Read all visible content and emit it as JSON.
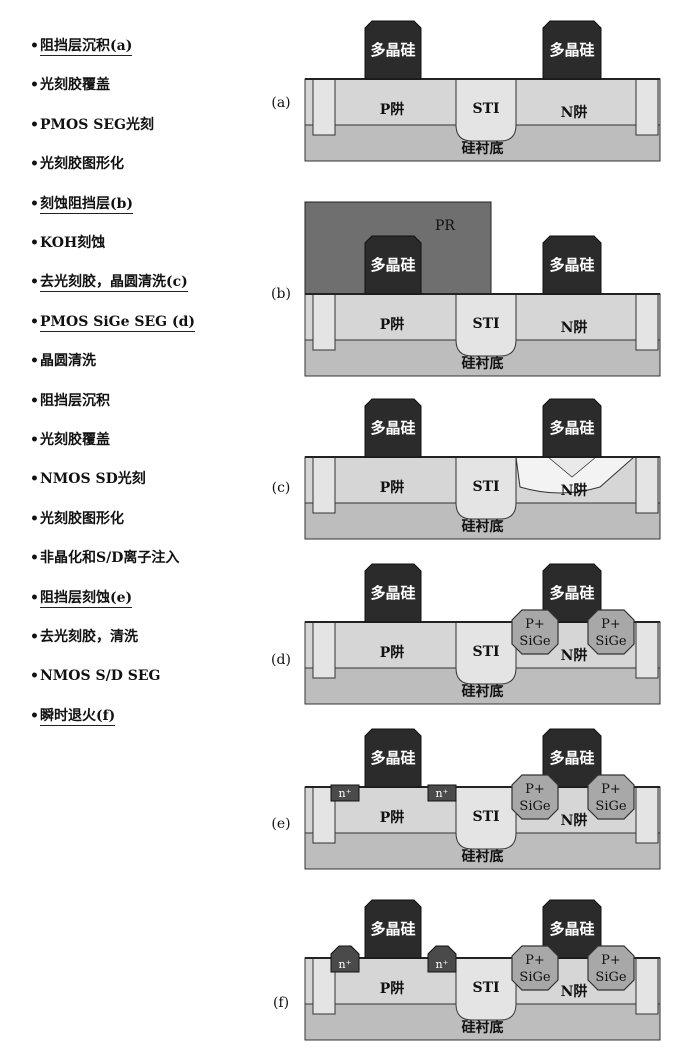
{
  "steps": [
    {
      "text": "阻挡层沉积(a)",
      "underlined": true
    },
    {
      "text": "光刻胶覆盖",
      "underlined": false
    },
    {
      "text": "PMOS SEG光刻",
      "underlined": false
    },
    {
      "text": "光刻胶图形化",
      "underlined": false
    },
    {
      "text": "刻蚀阻挡层(b)",
      "underlined": true
    },
    {
      "text": "KOH刻蚀",
      "underlined": false
    },
    {
      "text": "去光刻胶，晶圆清洗(c)",
      "underlined": true
    },
    {
      "text": "PMOS SiGe SEG (d)",
      "underlined": true
    },
    {
      "text": "晶圆清洗",
      "underlined": false
    },
    {
      "text": "阻挡层沉积",
      "underlined": false
    },
    {
      "text": "光刻胶覆盖",
      "underlined": false
    },
    {
      "text": "NMOS SD光刻",
      "underlined": false
    },
    {
      "text": "光刻胶图形化",
      "underlined": false
    },
    {
      "text": "非晶化和S/D离子注入",
      "underlined": false
    },
    {
      "text": "阻挡层刻蚀(e)",
      "underlined": true
    },
    {
      "text": "去光刻胶，清洗",
      "underlined": false
    },
    {
      "text": "NMOS S/D SEG",
      "underlined": false
    },
    {
      "text": "瞬时退火(f)",
      "underlined": true
    }
  ],
  "bullet": "•",
  "labels": {
    "poly": "多晶硅",
    "pwell": "P阱",
    "nwell": "N阱",
    "sti": "STI",
    "substrate": "硅衬底",
    "pr": "PR",
    "psige_top": "P+",
    "psige_bottom": "SiGe",
    "nplus": "n⁺"
  },
  "panels": [
    {
      "label": "(a)",
      "stage": "a"
    },
    {
      "label": "(b)",
      "stage": "b"
    },
    {
      "label": "(c)",
      "stage": "c"
    },
    {
      "label": "(d)",
      "stage": "d"
    },
    {
      "label": "(e)",
      "stage": "e"
    },
    {
      "label": "(f)",
      "stage": "f"
    }
  ],
  "colors": {
    "substrate": "#bdbdbd",
    "well": "#d6d6d6",
    "sti": "#e4e4e4",
    "poly": "#2b2b2b",
    "pr": "#6f6f6f",
    "sige": "#a8a8a8",
    "nplus": "#4a4a4a",
    "outline": "#333333"
  }
}
